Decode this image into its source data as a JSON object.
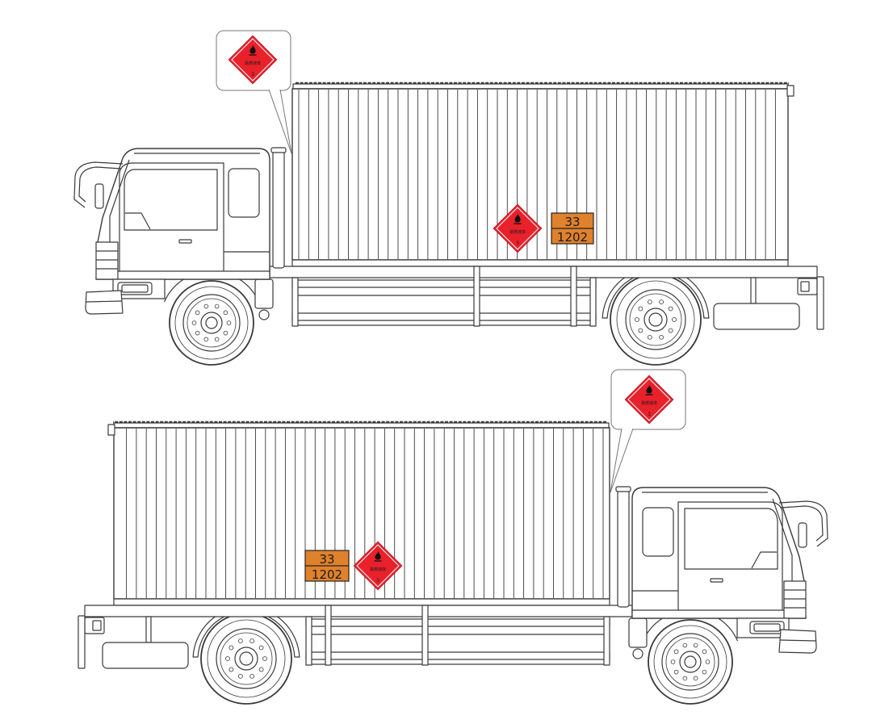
{
  "placard": {
    "orange_panel": {
      "hazard_identification_number": "33",
      "un_number": "1202"
    },
    "diamond": {
      "label": "易燃液体",
      "class_number": "3",
      "symbol_icon": "flame-icon"
    }
  },
  "colors": {
    "background": "#ffffff",
    "line_art": "#3a3a3a",
    "diamond_red": "#e8212b",
    "diamond_border": "#ffffff",
    "orange_panel": "#e0812c",
    "placard_text": "#1a1a1a"
  }
}
